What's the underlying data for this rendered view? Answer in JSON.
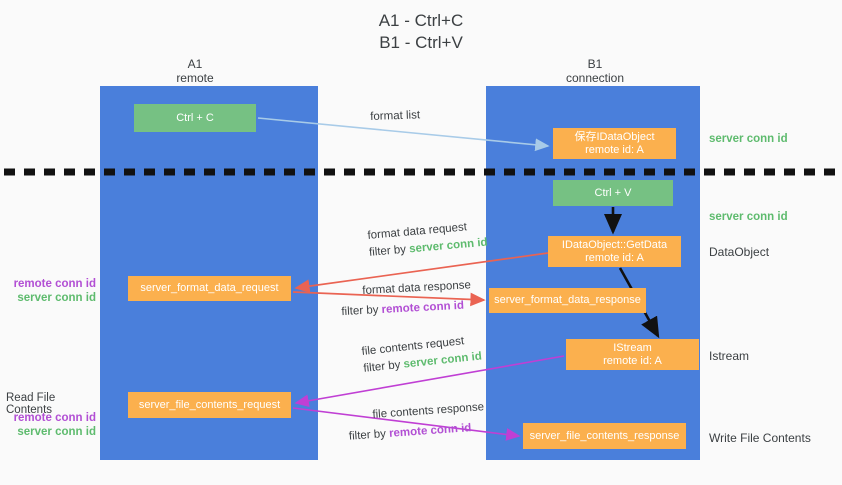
{
  "title": "A1 - Ctrl+C\nB1 - Ctrl+V",
  "columns": {
    "left": {
      "name": "A1",
      "role": "remote",
      "label": "A1\nremote"
    },
    "right": {
      "name": "B1",
      "role": "connection",
      "label": "B1\nconnection"
    }
  },
  "boxes": {
    "ctrl_c": {
      "label": "Ctrl + C",
      "color": "#76c183"
    },
    "save_idataobject": {
      "line1": "保存IDataObject",
      "line2": "remote id: A",
      "color": "#fbb04e"
    },
    "ctrl_v": {
      "label": "Ctrl + V",
      "color": "#76c183"
    },
    "getdata": {
      "line1": "IDataObject::GetData",
      "line2": "remote id: A",
      "color": "#fbb04e"
    },
    "server_format_data_request": {
      "label": "server_format_data_request",
      "color": "#fbb04e"
    },
    "server_format_data_response": {
      "label": "server_format_data_response",
      "color": "#fbb04e"
    },
    "istream": {
      "line1": "IStream",
      "line2": "remote id: A",
      "color": "#fbb04e"
    },
    "server_file_contents_request": {
      "label": "server_file_contents_request",
      "color": "#fbb04e"
    },
    "server_file_contents_response": {
      "label": "server_file_contents_response",
      "color": "#fbb04e"
    }
  },
  "right_notes": {
    "server_conn_id_top": "server conn id",
    "server_conn_id_mid": "server conn id",
    "dataobject": "DataObject",
    "istream": "Istream",
    "write_file_contents": "Write File Contents"
  },
  "left_notes": {
    "remote_conn_id_1": "remote conn id",
    "server_conn_id_1": "server conn id",
    "read_file_contents": "Read File Contents",
    "remote_conn_id_2": "remote conn id",
    "server_conn_id_2": "server conn id"
  },
  "flow_labels": {
    "format_list": "format list",
    "format_data_request": "format data request",
    "format_data_request_filter_prefix": "filter by ",
    "format_data_request_filter_value": "server conn id",
    "format_data_response": "format data response",
    "format_data_response_filter_prefix": "filter by ",
    "format_data_response_filter_value": "remote conn id",
    "file_contents_request": "file contents request",
    "file_contents_request_filter_prefix": "filter by ",
    "file_contents_request_filter_value": "server conn id",
    "file_contents_response": "file contents response",
    "file_contents_response_filter_prefix": "filter by ",
    "file_contents_response_filter_value": "remote conn id"
  },
  "colors": {
    "lane_blue": "#4a7fdb",
    "box_green": "#76c183",
    "box_orange": "#fbb04e",
    "conn_green": "#5ebb6e",
    "conn_purple": "#b24fd4",
    "arrow_lightblue": "#a8cbe8",
    "arrow_red": "#ea6352",
    "arrow_magenta": "#c03fd4",
    "arrow_black": "#111111",
    "divider_black": "#111111",
    "background": "#fafafa"
  }
}
